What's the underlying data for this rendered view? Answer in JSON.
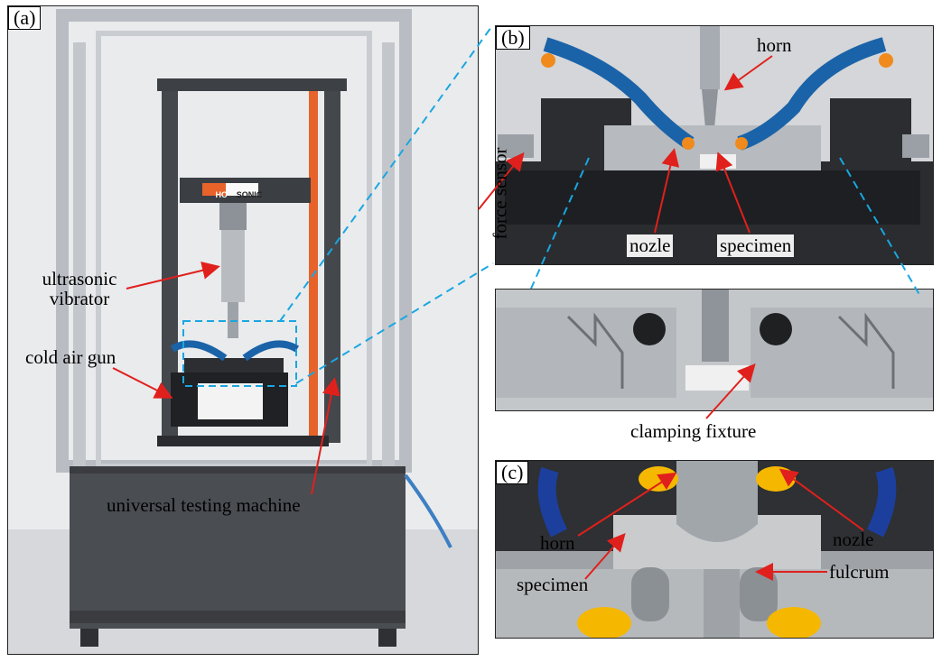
{
  "panel_a": {
    "tag": "(a)",
    "labels": {
      "ultrasonic_vibrator": "ultrasonic\nvibrator",
      "cold_air_gun": "cold air gun",
      "universal_testing_machine": "universal testing machine"
    },
    "logo": {
      "brand_left": "HC",
      "brand_right": "SONIC"
    }
  },
  "panel_b": {
    "tag": "(b)",
    "labels": {
      "horn": "horn",
      "force_sensor": "force sensor",
      "nozle": "nozle",
      "specimen": "specimen",
      "clamping_fixture": "clamping fixture"
    }
  },
  "panel_c": {
    "tag": "(c)",
    "labels": {
      "horn": "horn",
      "nozle": "nozle",
      "specimen": "specimen",
      "fulcrum": "fulcrum"
    }
  },
  "colors": {
    "arrow": "#e0201c",
    "dashed_connector": "#1aa6e0",
    "frame": "#b9bdc3",
    "machine_body": "#4a4d52",
    "orange_stripe": "#e8632a",
    "nozzle_blue": "#1b63a8",
    "nozzle_orange": "#f08a1c",
    "nozzle_yellow": "#f5b700"
  }
}
